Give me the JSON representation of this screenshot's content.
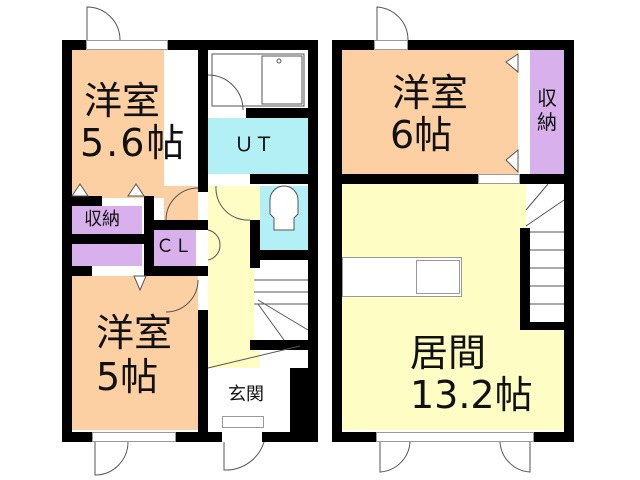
{
  "floor1": {
    "rooms": {
      "western_room_a": {
        "name": "洋室",
        "size": "5.6帖"
      },
      "storage_a": {
        "name": "収納"
      },
      "closet": {
        "name": "ＣＬ"
      },
      "western_room_b": {
        "name": "洋室",
        "size": "5帖"
      },
      "utility": {
        "name": "ＵＴ"
      },
      "entrance": {
        "name": "玄関"
      }
    }
  },
  "floor2": {
    "rooms": {
      "western_room_c": {
        "name": "洋室",
        "size": "6帖"
      },
      "storage_b": {
        "name_line1": "収",
        "name_line2": "納"
      },
      "living": {
        "name": "居間",
        "size": "13.2帖"
      }
    }
  },
  "colors": {
    "western_room": "#fcd0a2",
    "storage": "#d8b0ec",
    "wet_area": "#b2f0f6",
    "hall_living": "#fdfdc4",
    "wall": "#000000"
  }
}
